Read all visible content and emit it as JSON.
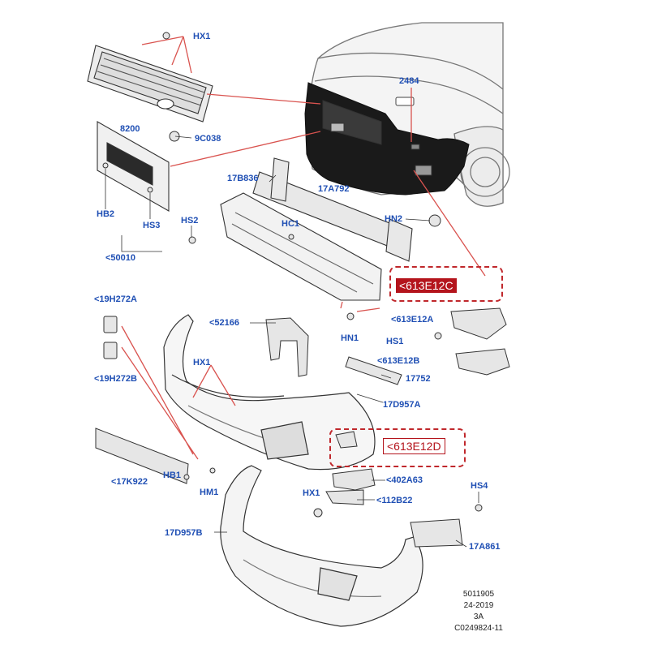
{
  "colors": {
    "label": "#1f4fb4",
    "highlight": "#b4141c",
    "leader": "#d9534f",
    "outline": "#333333"
  },
  "labels": {
    "hx1_top": "HX1",
    "p2484": "2484",
    "p8200": "8200",
    "p9c038": "9C038",
    "hb2": "HB2",
    "hs3": "HS3",
    "p50010": "<50010",
    "p17b836": "17B836",
    "p17a792": "17A792",
    "hs2": "HS2",
    "hc1": "HC1",
    "hn2": "HN2",
    "p19h272a": "<19H272A",
    "p52166": "<52166",
    "hn1": "HN1",
    "p613e12a": "<613E12A",
    "hs1": "HS1",
    "p19h272b": "<19H272B",
    "hx1_mid": "HX1",
    "p613e12b": "<613E12B",
    "p17752": "17752",
    "p17d957a": "17D957A",
    "p17k922": "<17K922",
    "hb1": "HB1",
    "hm1": "HM1",
    "p402a63": "<402A63",
    "hx1_low": "HX1",
    "p112b22": "<112B22",
    "hs4": "HS4",
    "p17d957b": "17D957B",
    "p17a861": "17A861"
  },
  "highlighted": {
    "p613e12c": "<613E12C",
    "p613e12d": "<613E12D"
  },
  "reference": [
    "5011905",
    "24-2019",
    "3A",
    "C0249824-11"
  ]
}
